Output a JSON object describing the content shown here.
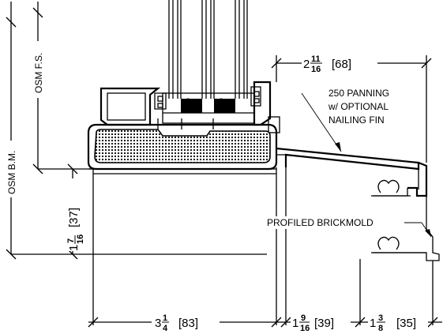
{
  "labels": {
    "osm_bm": "OSM B.M.",
    "osm_fs": "OSM F.S.",
    "panning_line1": "250 PANNING",
    "panning_line2": "w/ OPTIONAL",
    "panning_line3": "NAILING FIN",
    "brickmold": "PROFILED BRICKMOLD"
  },
  "dimensions": {
    "top_right": {
      "whole": "2",
      "num": "11",
      "den": "16",
      "metric": "[68]"
    },
    "left_vertical": {
      "whole": "1",
      "num": "7",
      "den": "16",
      "metric": "[37]"
    },
    "bottom_1": {
      "whole": "3",
      "num": "1",
      "den": "4",
      "metric": "[83]"
    },
    "bottom_2": {
      "whole": "1",
      "num": "9",
      "den": "16",
      "metric": "[39]"
    },
    "bottom_3": {
      "whole": "1",
      "num": "3",
      "den": "8",
      "metric": "[35]"
    }
  }
}
